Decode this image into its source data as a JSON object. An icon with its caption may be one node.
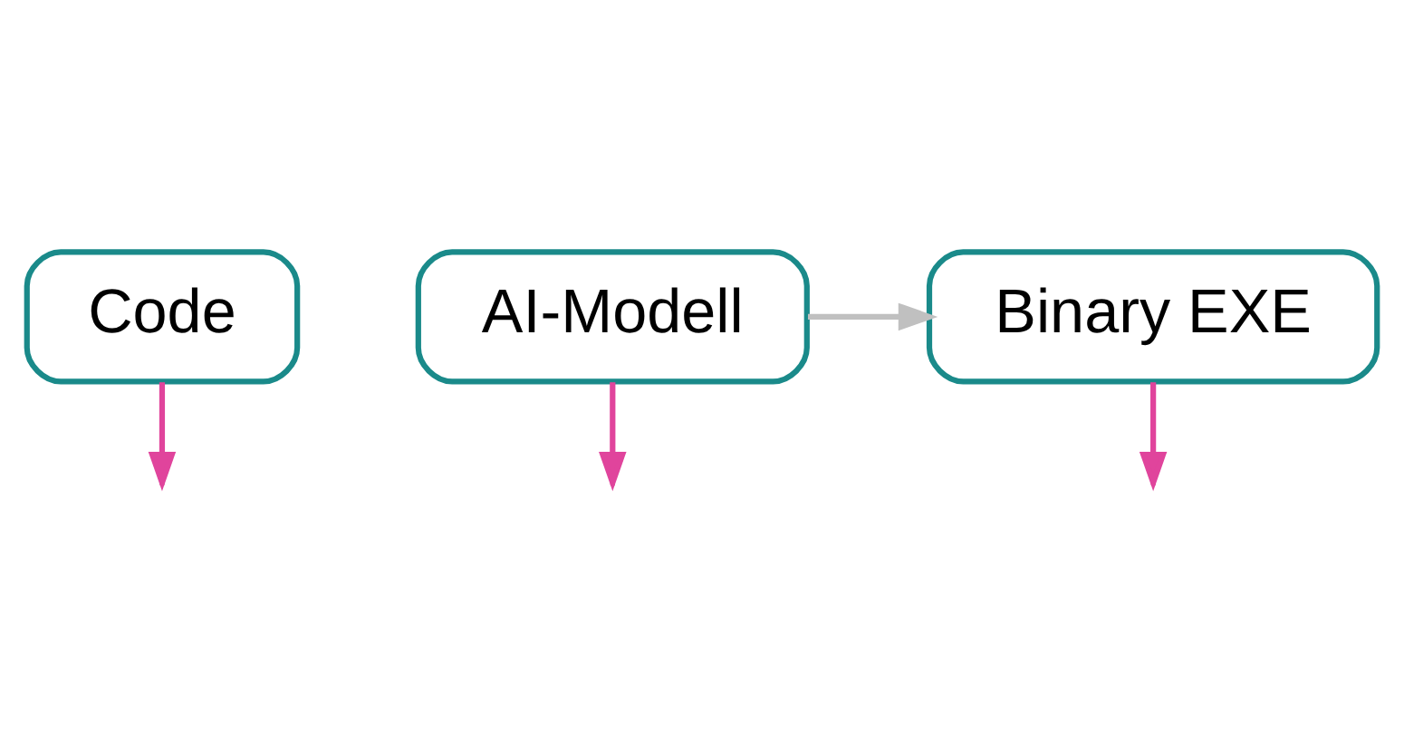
{
  "diagram": {
    "nodes": [
      {
        "text": [
          "Code"
        ]
      },
      {
        "text": [
          "AI-Modell"
        ]
      },
      {
        "text": [
          "Binary EXE"
        ]
      }
    ],
    "edges": [
      {
        "from": 1,
        "to": 2,
        "arrow": "to",
        "color": "#c0c0c0"
      },
      {
        "from": 0,
        "to": null,
        "arrow": "to"
      },
      {
        "from": 1,
        "to": null,
        "arrow": "to"
      },
      {
        "from": 2,
        "to": null,
        "arrow": "to"
      }
    ]
  }
}
